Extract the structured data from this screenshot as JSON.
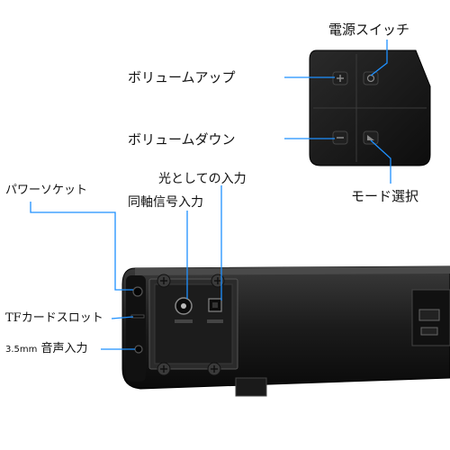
{
  "labels": {
    "power_switch": "電源スイッチ",
    "volume_up": "ボリュームアップ",
    "volume_down": "ボリュームダウン",
    "mode_select": "モード選択",
    "optical_input": "光としての入力",
    "coaxial_input": "同軸信号入力",
    "power_socket": "パワーソケット",
    "tf_card_slot": "TFカードスロット",
    "audio_input_size": "3.5mm",
    "audio_input": "音声入力"
  },
  "colors": {
    "callout_line": "#1e90ff",
    "device_body": "#1a1a1a",
    "panel": "#2b2b2b"
  }
}
